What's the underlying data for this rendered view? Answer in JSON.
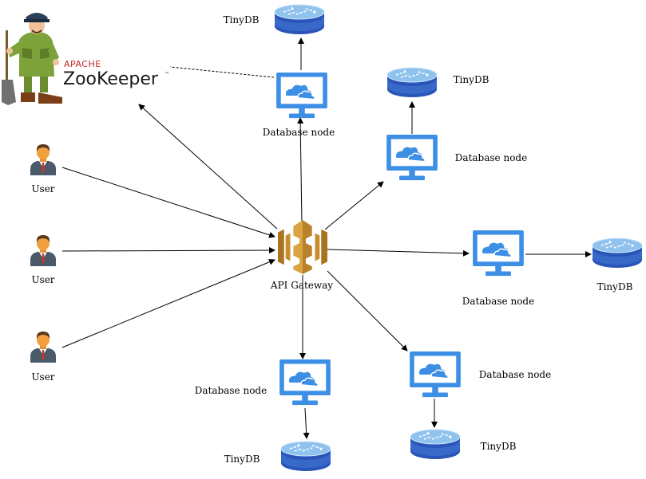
{
  "zookeeper": {
    "apache": "APACHE",
    "name": "ZooKeeper",
    "tm": "™"
  },
  "gateway": {
    "label": "API Gateway"
  },
  "users": [
    {
      "label": "User"
    },
    {
      "label": "User"
    },
    {
      "label": "User"
    }
  ],
  "nodes": [
    {
      "label": "Database node"
    },
    {
      "label": "Database node"
    },
    {
      "label": "Database node"
    },
    {
      "label": "Database node"
    },
    {
      "label": "Database node"
    }
  ],
  "stores": [
    {
      "label": "TinyDB"
    },
    {
      "label": "TinyDB"
    },
    {
      "label": "TinyDB"
    },
    {
      "label": "TinyDB"
    },
    {
      "label": "TinyDB"
    }
  ],
  "colors": {
    "monitor": "#3d8fe6",
    "monitor_dark": "#2a6fc0",
    "cloud": "#3d8fe6",
    "db_body": "#2a55b8",
    "db_top": "#8fc3ee",
    "gateway": "#d9a441",
    "gateway_dark": "#a8741f",
    "user_shirt": "#ffffff",
    "user_suit": "#4a5a6a",
    "user_tie": "#c0392b",
    "user_skin": "#f2a03d",
    "user_hair": "#5a3a1a"
  }
}
